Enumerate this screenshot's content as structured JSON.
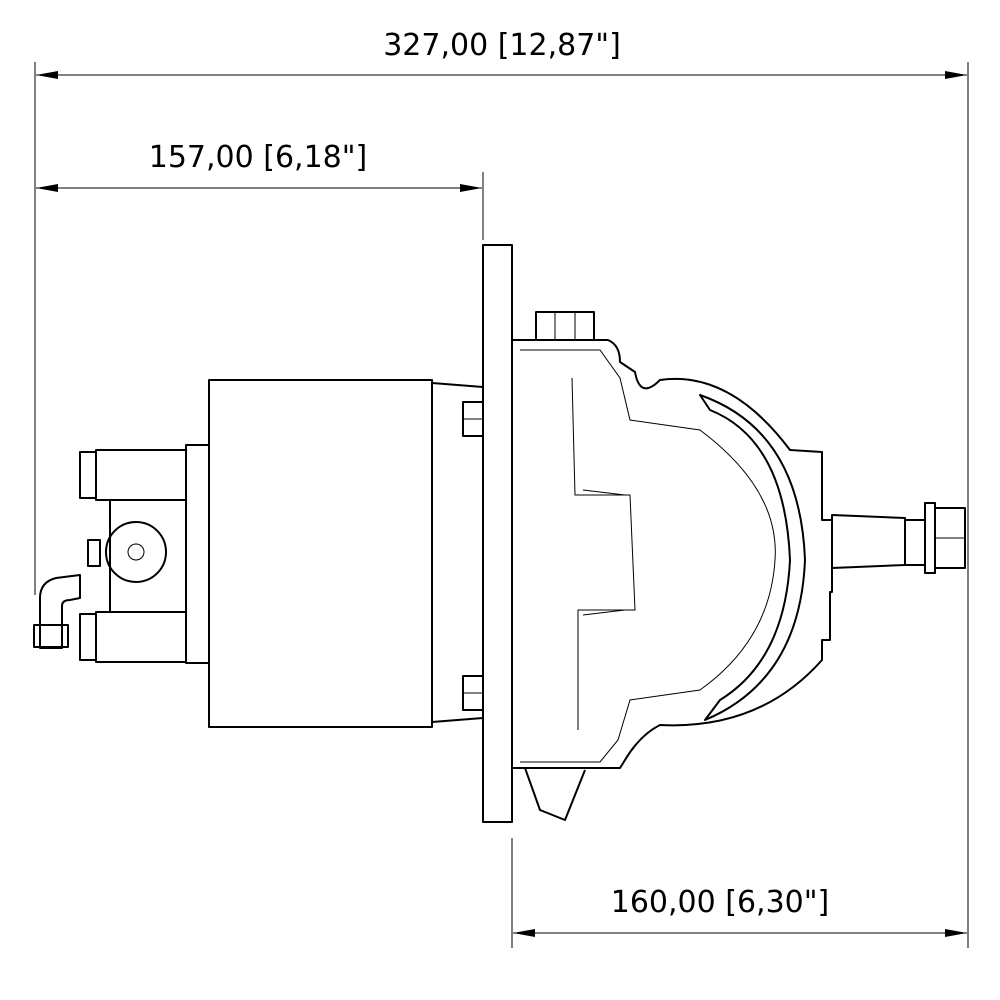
{
  "dimensions": {
    "overall_length": "327,00 [12,87\"]",
    "flange_offset": "157,00 [6,18\"]",
    "front_length": "160,00 [6,30\"]"
  }
}
